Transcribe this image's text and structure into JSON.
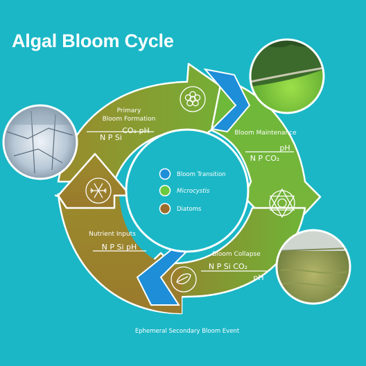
{
  "title": "Algal Bloom Cycle",
  "stages": {
    "primary": {
      "line1": "Primary",
      "line2": "Bloom Formation",
      "above": "CO₂ pH",
      "below": "N  P Si"
    },
    "maintenance": {
      "label": "Bloom Maintenance",
      "above": "pH",
      "below": "N  P CO₂"
    },
    "collapse": {
      "label": "Bloom Collapse",
      "above": "N  P Si CO₂",
      "below": "pH"
    },
    "nutrient": {
      "label": "Nutrient Inputs",
      "above": "N  P  Si  pH"
    }
  },
  "legend": [
    {
      "label": "Bloom Transition",
      "color": "#1e8ed8",
      "italic": false
    },
    {
      "label": "Microcystis",
      "color": "#6cc93f",
      "italic": true
    },
    {
      "label": "Diatoms",
      "color": "#9a6d2c",
      "italic": false
    }
  ],
  "footer": "Ephemeral Secondary Bloom Event",
  "icons": [
    "flower-icon",
    "star-of-david-icon",
    "leaf-icon",
    "snowflake-icon"
  ],
  "photos": [
    "ice-covered-lake-photo",
    "green-bloom-lake-photo",
    "murky-shoreline-photo"
  ],
  "colors": {
    "background": "#1bb7c6",
    "olive": "#8a8a2c",
    "green": "#6fb437",
    "brown": "#9a6d2c",
    "blue": "#1e8ed8"
  }
}
